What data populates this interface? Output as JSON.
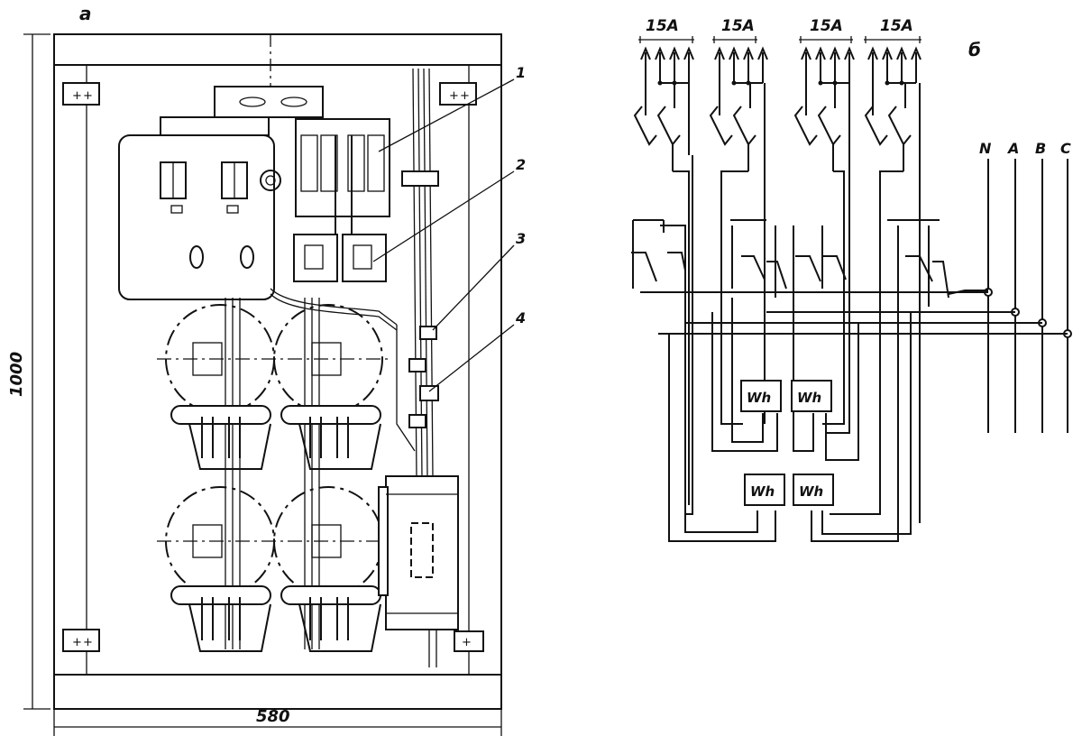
{
  "panel_a": {
    "label": "а",
    "dim_height": "1000",
    "dim_width": "580",
    "callouts": [
      "1",
      "2",
      "3",
      "4"
    ]
  },
  "panel_b": {
    "label": "б",
    "fuse_ratings": [
      "15A",
      "15A",
      "15A",
      "15A"
    ],
    "bus_labels": [
      "N",
      "A",
      "B",
      "C"
    ],
    "meter_labels": [
      "Wh",
      "Wh",
      "Wh",
      "Wh"
    ]
  }
}
